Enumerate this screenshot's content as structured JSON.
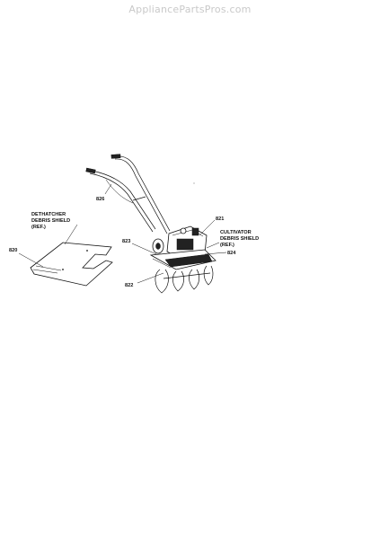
{
  "header": {
    "watermark": "AppliancePartsPros.com"
  },
  "diagram": {
    "callouts": {
      "p826": "826",
      "p821": "821",
      "p823": "823",
      "p824": "824",
      "p822": "822",
      "p820": "820"
    },
    "dethatcher_label": [
      "DETHATCHER",
      "DEBRIS SHIELD",
      "(REF.)"
    ],
    "cultivator_label": [
      "CULTIVATOR",
      "DEBRIS SHIELD",
      "(REF.)"
    ]
  }
}
